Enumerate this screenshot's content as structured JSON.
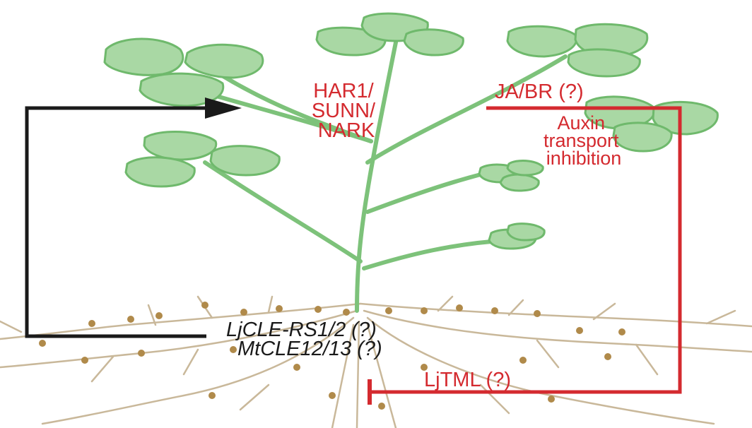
{
  "labels": {
    "shoot_receptor": [
      "HAR1/",
      "SUNN/",
      "NARK"
    ],
    "shoot_signal": "JA/BR (?)",
    "auxin": [
      "Auxin",
      "transport",
      "inhibition"
    ],
    "root_signal_1": "LjCLE-RS1/2 (?)",
    "root_signal_2": "MtCLE12/13 (?)",
    "root_target": "LjTML (?)"
  },
  "colors": {
    "inhibition": "#d42a2f",
    "activation": "#1a1a1a",
    "leaf": "#a9d8a4",
    "stem": "#7dc27a",
    "root": "#c9b89a",
    "nodule": "#b08a4a"
  }
}
